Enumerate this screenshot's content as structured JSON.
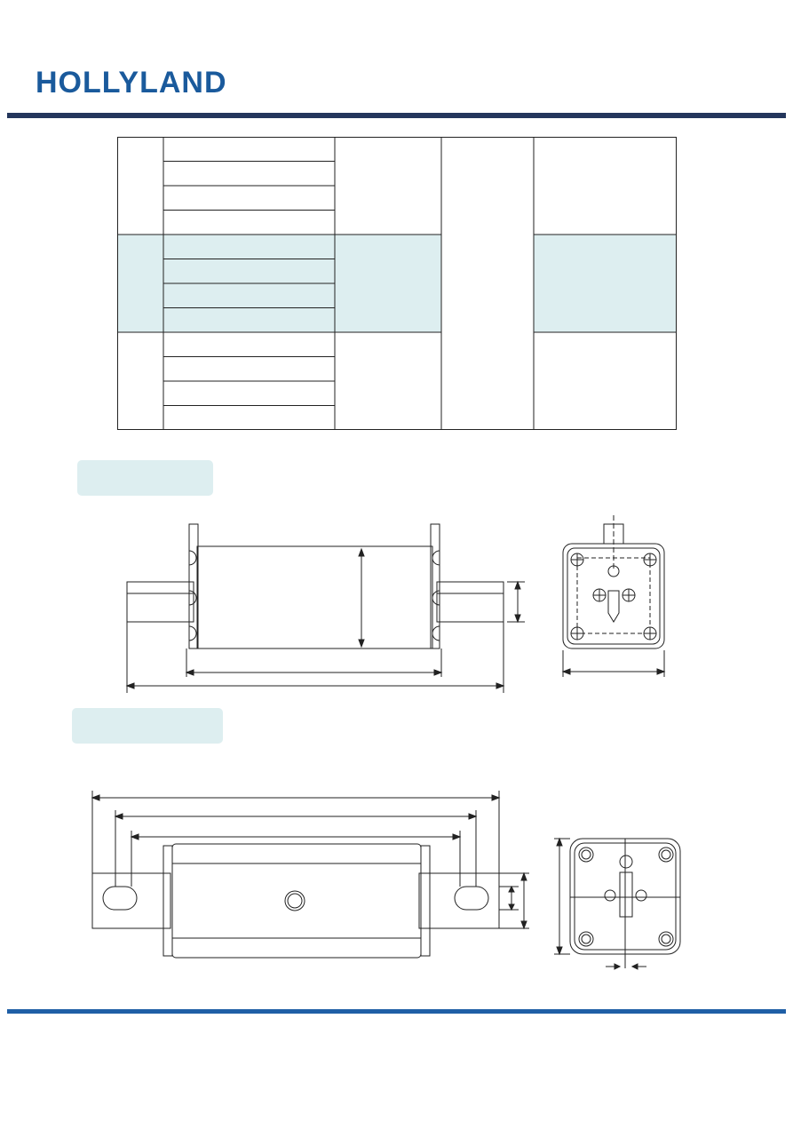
{
  "brand": {
    "logo_text": "HOLLYLAND",
    "logo_color": "#1a5a9c",
    "header_rule_color": "#24365c",
    "footer_rule_color": "#1f5fa6"
  },
  "spec_table": {
    "shaded_row_color": "#ddeef0",
    "groups": [
      {
        "shaded": false,
        "sub_rows": 4
      },
      {
        "shaded": true,
        "sub_rows": 4
      },
      {
        "shaded": false,
        "sub_rows": 4
      }
    ]
  },
  "section_tabs": [
    {
      "label": ""
    },
    {
      "label": ""
    }
  ],
  "drawings": [
    {
      "name": "fuse-front-view-type-1"
    },
    {
      "name": "fuse-end-view-type-1"
    },
    {
      "name": "fuse-front-view-type-2"
    },
    {
      "name": "fuse-end-view-type-2"
    }
  ]
}
